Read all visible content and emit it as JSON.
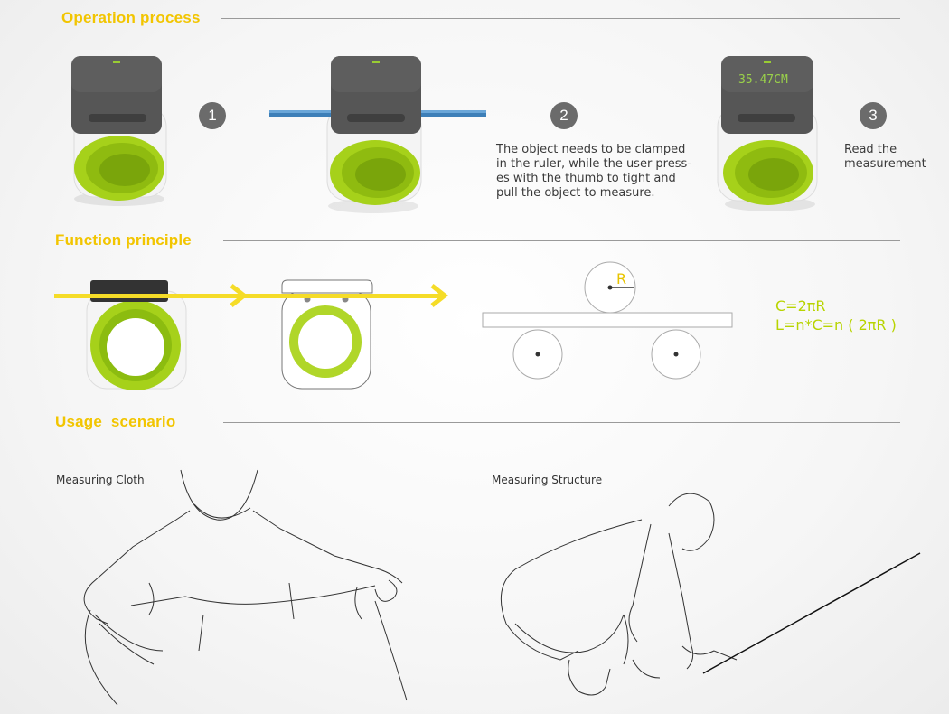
{
  "sections": {
    "operation": "Operation process",
    "function": "Function principle",
    "usage": "Usage  scenario"
  },
  "steps": [
    {
      "number": "1",
      "text": ""
    },
    {
      "number": "2",
      "text": "The object needs to be clamped\nin the ruler, while the user press-\nes with the thumb to tight and\npull the object to measure."
    },
    {
      "number": "3",
      "text": "Read the\nmeasurement"
    }
  ],
  "device": {
    "screen_reading": "35.47CM"
  },
  "principle": {
    "radius_label": "R",
    "formula_1": "C=2πR",
    "formula_2": "L=n*C=n ( 2πR )"
  },
  "scenarios": {
    "cloth": "Measuring Cloth",
    "structure": "Measuring Structure"
  },
  "colors": {
    "accent_yellow": "#f2c500",
    "device_green": "#a6d11a",
    "device_dark": "#555555",
    "formula_green": "#b8d400"
  }
}
